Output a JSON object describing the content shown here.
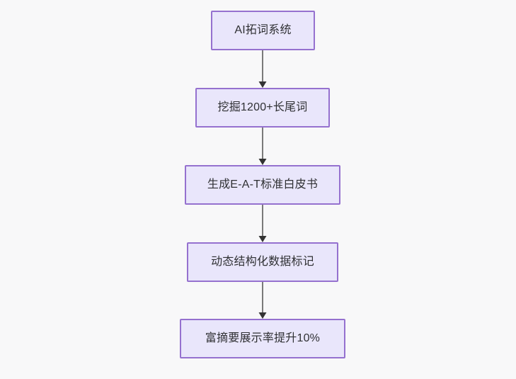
{
  "diagram": {
    "type": "flowchart",
    "direction": "top-to-bottom",
    "background_color": "#f8f8f9",
    "node_fill_color": "#e9e6fb",
    "node_border_color": "#9571cf",
    "node_text_color": "#2f3033",
    "edge_line_color": "#7a7a7a",
    "edge_arrow_color": "#333333",
    "nodes": [
      {
        "id": "n0",
        "label": "AI拓词系统"
      },
      {
        "id": "n1",
        "label": "挖掘1200+长尾词"
      },
      {
        "id": "n2",
        "label": "生成E-A-T标准白皮书"
      },
      {
        "id": "n3",
        "label": "动态结构化数据标记"
      },
      {
        "id": "n4",
        "label": "富摘要展示率提升10%"
      }
    ],
    "edges": [
      {
        "id": "e0",
        "from": "n0",
        "to": "n1",
        "label": ""
      },
      {
        "id": "e1",
        "from": "n1",
        "to": "n2",
        "label": ""
      },
      {
        "id": "e2",
        "from": "n2",
        "to": "n3",
        "label": ""
      },
      {
        "id": "e3",
        "from": "n3",
        "to": "n4",
        "label": ""
      }
    ]
  }
}
